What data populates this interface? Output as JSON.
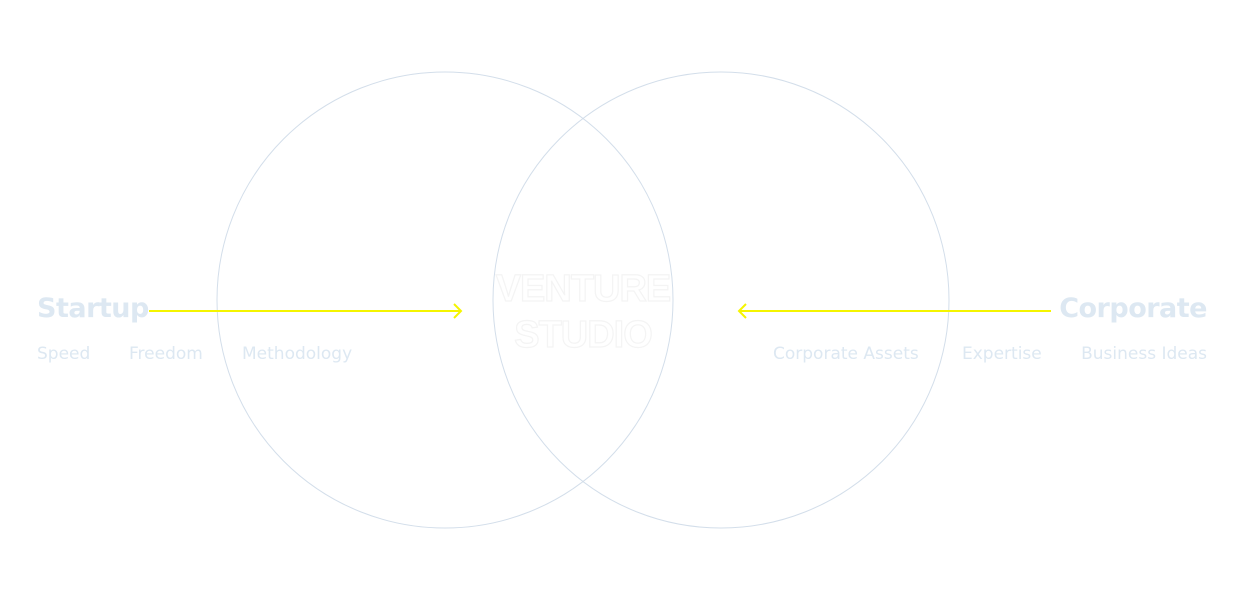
{
  "left": {
    "title": "Startup",
    "items": [
      "Speed",
      "Freedom",
      "Methodology"
    ]
  },
  "right": {
    "title": "Corporate",
    "items": [
      "Corporate Assets",
      "Expertise",
      "Business Ideas"
    ]
  },
  "center": {
    "line1": "VENTURE",
    "line2": "STUDIO"
  },
  "colors": {
    "circle_stroke": "#d3deea",
    "arrow": "#f5f500",
    "label": "#dde8f2",
    "center_text": "#ffffff"
  }
}
